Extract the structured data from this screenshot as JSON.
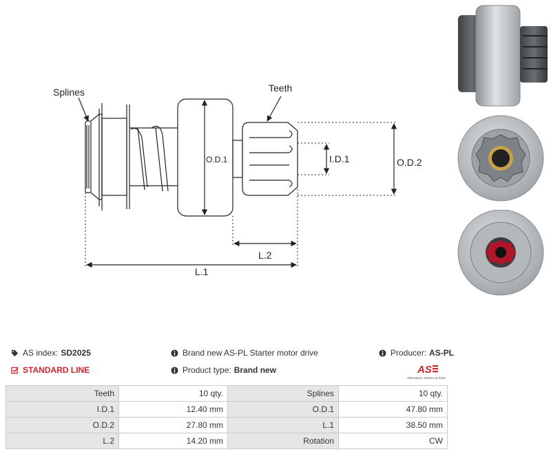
{
  "diagram": {
    "labels": {
      "splines": "Splines",
      "teeth": "Teeth",
      "od1": "O.D.1",
      "id1": "I.D.1",
      "od2": "O.D.2",
      "l2": "L.2",
      "l1": "L.1"
    }
  },
  "info": {
    "as_index_label": "AS index:",
    "as_index_value": "SD2025",
    "standard_line": "STANDARD LINE",
    "description": "Brand new AS-PL Starter motor drive",
    "product_type_label": "Product type:",
    "product_type_value": "Brand new",
    "producer_label": "Producer:",
    "producer_value": "AS-PL",
    "logo_text": "AS",
    "logo_tagline": "Alternators, Starters & Parts"
  },
  "colors": {
    "accent": "#d0232a",
    "table_key_bg": "#e6e6e6",
    "table_border": "#c9c9c9"
  },
  "icons": [
    "tag-icon",
    "checkbox-icon",
    "info-icon"
  ],
  "specs": {
    "rows": [
      {
        "k1": "Teeth",
        "v1": "10 qty.",
        "k2": "Splines",
        "v2": "10 qty."
      },
      {
        "k1": "I.D.1",
        "v1": "12.40 mm",
        "k2": "O.D.1",
        "v2": "47.80 mm"
      },
      {
        "k1": "O.D.2",
        "v1": "27.80 mm",
        "k2": "L.1",
        "v2": "38.50 mm"
      },
      {
        "k1": "L.2",
        "v1": "14.20 mm",
        "k2": "Rotation",
        "v2": "CW"
      }
    ]
  }
}
